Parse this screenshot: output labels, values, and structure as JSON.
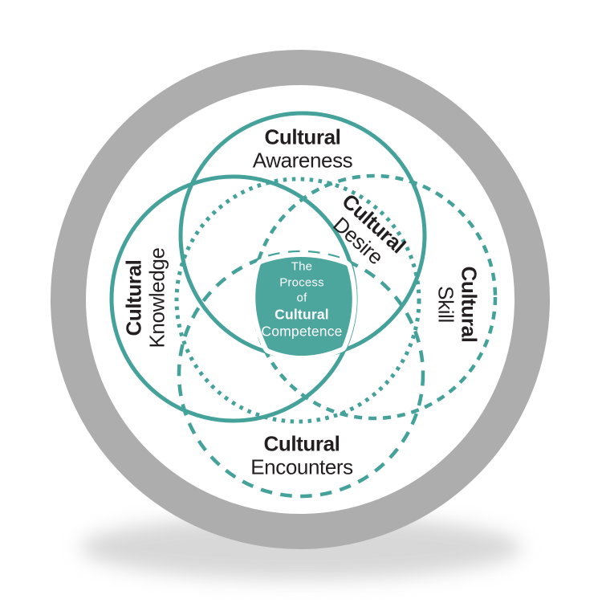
{
  "diagram": {
    "colors": {
      "teal": "#45A29A",
      "ring_gray": "#ADADAD",
      "ink": "#231F20",
      "badge_fill": "#4CA69E",
      "badge_text": "#FFFFFF",
      "background": "#FFFFFF",
      "shadow": "#D2D2D2"
    },
    "badge": {
      "lines": [
        "The",
        "Process",
        "of",
        "Cultural",
        "Competence"
      ]
    },
    "labels": {
      "awareness": {
        "bold": "Cultural",
        "rest": "Awareness"
      },
      "desire": {
        "bold": "Cultural",
        "rest": "Desire"
      },
      "knowledge": {
        "bold": "Cultural",
        "rest": "Knowledge"
      },
      "skill": {
        "bold": "Cultural",
        "rest": "Skill"
      },
      "encounters": {
        "bold": "Cultural",
        "rest": "Encounters"
      }
    },
    "circles": [
      {
        "id": "cultural-awareness",
        "stroke_style": "solid"
      },
      {
        "id": "cultural-knowledge",
        "stroke_style": "solid"
      },
      {
        "id": "cultural-desire",
        "stroke_style": "dotted"
      },
      {
        "id": "cultural-skill",
        "stroke_style": "dashed-medium"
      },
      {
        "id": "cultural-encounters",
        "stroke_style": "dashed-long"
      }
    ]
  }
}
